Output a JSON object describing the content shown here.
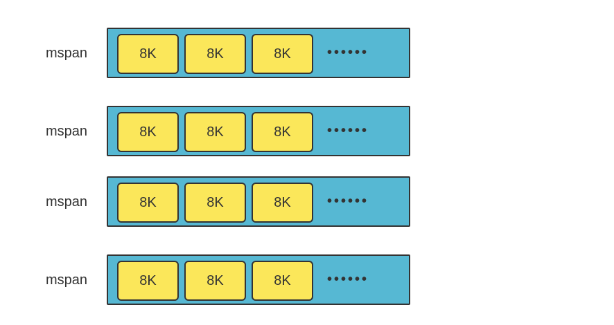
{
  "colors": {
    "span_fill": "#56B8D3",
    "page_fill": "#FBE75A",
    "stroke": "#333333"
  },
  "mspans": [
    {
      "label": "mspan",
      "pages": [
        "8K",
        "8K",
        "8K"
      ],
      "ellipsis": "••••••"
    },
    {
      "label": "mspan",
      "pages": [
        "8K",
        "8K",
        "8K"
      ],
      "ellipsis": "••••••"
    },
    {
      "label": "mspan",
      "pages": [
        "8K",
        "8K",
        "8K"
      ],
      "ellipsis": "••••••"
    },
    {
      "label": "mspan",
      "pages": [
        "8K",
        "8K",
        "8K"
      ],
      "ellipsis": "••••••"
    }
  ]
}
